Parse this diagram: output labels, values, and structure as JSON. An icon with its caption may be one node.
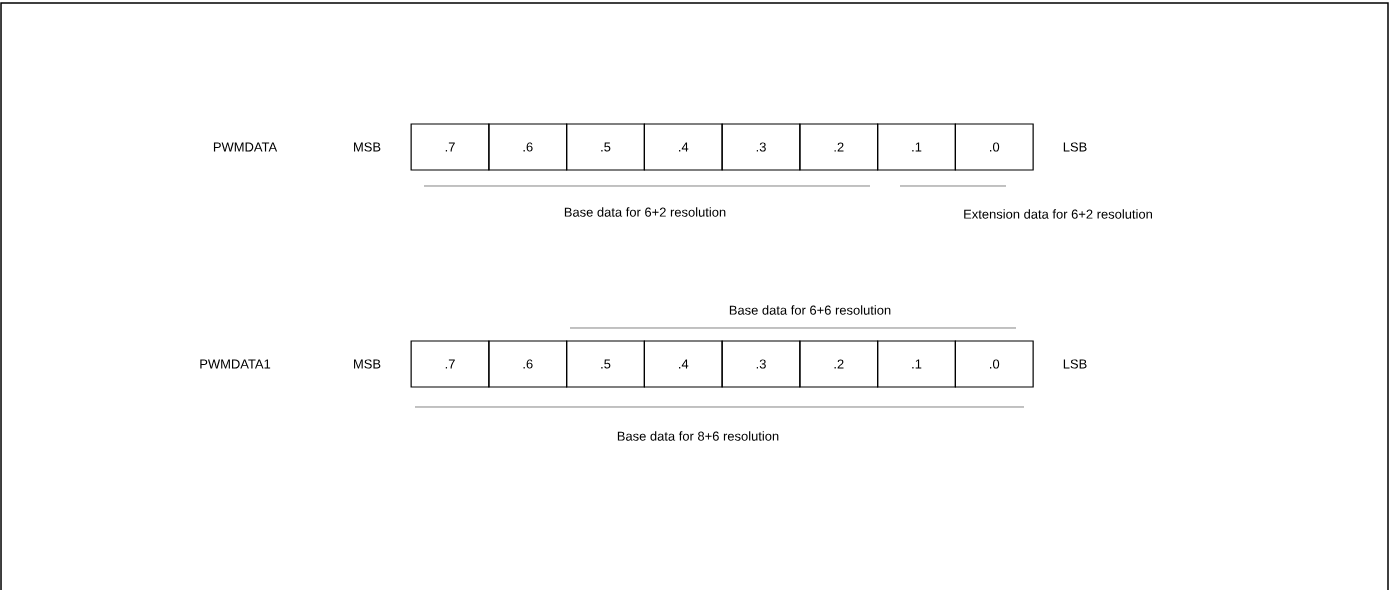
{
  "diagram": {
    "nodes": [
      {
        "text": [
          ".7"
        ]
      },
      {
        "text": [
          ".6"
        ]
      },
      {
        "text": [
          ".5"
        ]
      },
      {
        "text": [
          ".4"
        ]
      },
      {
        "text": [
          ".3"
        ]
      },
      {
        "text": [
          ".2"
        ]
      },
      {
        "text": [
          ".1"
        ]
      },
      {
        "text": [
          ".0"
        ]
      },
      {
        "text": [
          ".7"
        ]
      },
      {
        "text": [
          ".6"
        ]
      },
      {
        "text": [
          ".5"
        ]
      },
      {
        "text": [
          ".4"
        ]
      },
      {
        "text": [
          ".3"
        ]
      },
      {
        "text": [
          ".2"
        ]
      },
      {
        "text": [
          ".1"
        ]
      },
      {
        "text": [
          ".0"
        ]
      }
    ],
    "labels": [
      "PWMDATA",
      "MSB",
      "LSB",
      "Base data for 6+2 resolution",
      "Extension data for 6+2 resolution",
      "Base data for 6+6 resolution",
      "PWMDATA1",
      "MSB",
      "LSB",
      "Base data for 8+6 resolution"
    ]
  }
}
